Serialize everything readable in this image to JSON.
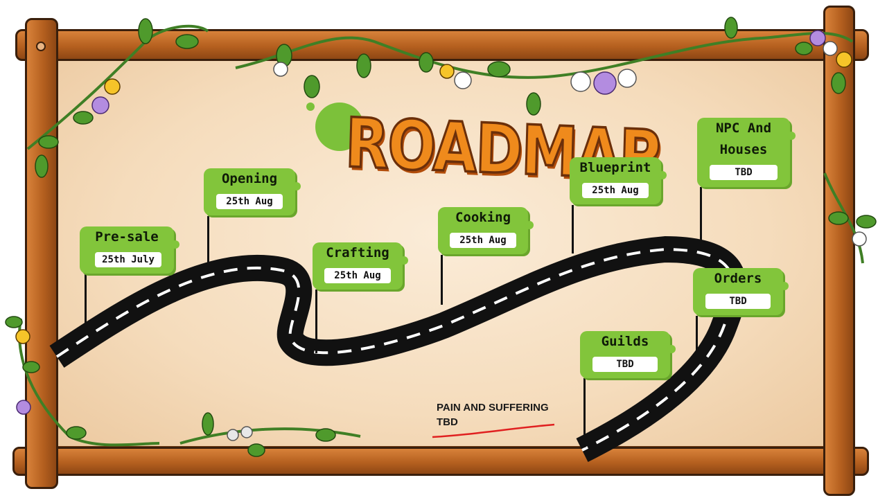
{
  "title": "ROADMAP",
  "milestones": [
    {
      "name": "Pre-sale",
      "date": "25th July"
    },
    {
      "name": "Opening",
      "date": "25th Aug"
    },
    {
      "name": "Crafting",
      "date": "25th Aug"
    },
    {
      "name": "Cooking",
      "date": "25th Aug"
    },
    {
      "name": "Blueprint",
      "date": "25th Aug"
    },
    {
      "name": "NPC And",
      "name2": "Houses",
      "date": "TBD"
    },
    {
      "name": "Orders",
      "date": "TBD"
    },
    {
      "name": "Guilds",
      "date": "TBD"
    }
  ],
  "note": {
    "line1": "PAIN AND SUFFERING",
    "line2": "TBD"
  },
  "colors": {
    "wood": "#b5601f",
    "board": "#f5dcbc",
    "sign_green": "#82c53b",
    "road": "#111111",
    "title_orange": "#ef8a1c",
    "note_underline": "#e02020"
  }
}
